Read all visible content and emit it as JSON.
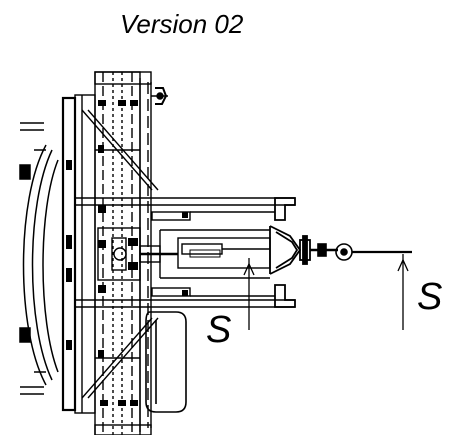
{
  "figure": {
    "title": "Version 02",
    "labels": {
      "s_inner": "S",
      "s_outer": "S"
    }
  }
}
